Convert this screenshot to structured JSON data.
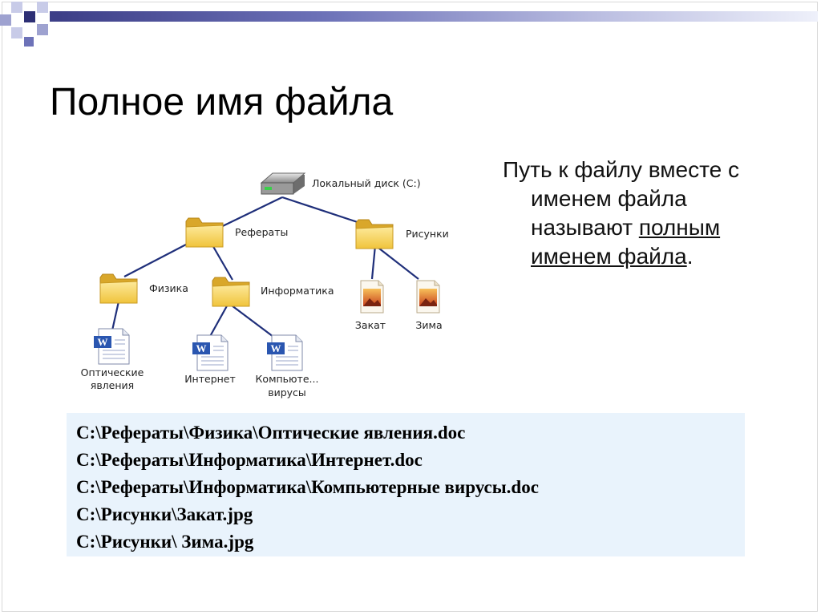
{
  "slide": {
    "title": "Полное имя файла",
    "text": {
      "line1": "Путь к файлу вместе с",
      "line2": "именем файла",
      "line3": "называют ",
      "line3_underlined": "полным",
      "line4_underlined": "именем файла",
      "line4_tail": "."
    }
  },
  "tree": {
    "disk": "Локальный диск (C:)",
    "folder_referaty": "Рефераты",
    "folder_risunki": "Рисунки",
    "folder_fizika": "Физика",
    "folder_informatika": "Информатика",
    "file_opticheskie": [
      "Оптические",
      "явления"
    ],
    "file_internet": "Интернет",
    "file_virusy": [
      "Компьюте...",
      "вирусы"
    ],
    "file_zakat": "Закат",
    "file_zima": "Зима"
  },
  "paths": [
    "С:\\Рефераты\\Физика\\Оптические явления.doc",
    "С:\\Рефераты\\Информатика\\Интернет.doc",
    "С:\\Рефераты\\Информатика\\Компьютерные вирусы.doc",
    "С:\\Рисунки\\Закат.jpg",
    "С:\\Рисунки\\ Зима.jpg"
  ],
  "colors": {
    "tree_lines": "#1f2f7a",
    "accent_bar": "#3d3f88",
    "paths_box": "#e9f3fc",
    "folder": "#f3cf52"
  }
}
